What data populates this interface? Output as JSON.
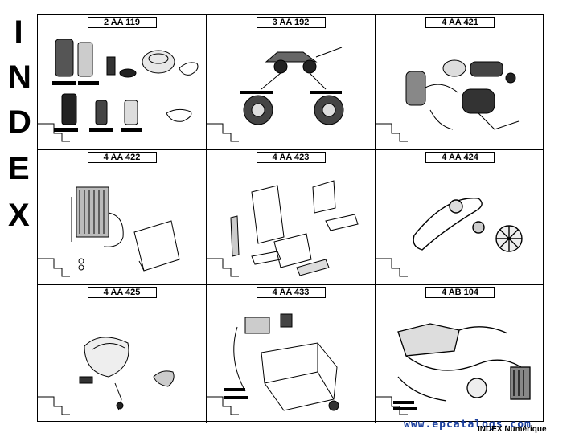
{
  "side_title": [
    "I",
    "N",
    "D",
    "E",
    "X"
  ],
  "sections": [
    {
      "code": "2 AA 119"
    },
    {
      "code": "3 AA 192"
    },
    {
      "code": "4 AA 421"
    },
    {
      "code": "4 AA 422"
    },
    {
      "code": "4 AA 423"
    },
    {
      "code": "4 AA 424"
    },
    {
      "code": "4 AA 425"
    },
    {
      "code": "4 AA 433"
    },
    {
      "code": "4 AB 104"
    }
  ],
  "footer": {
    "watermark": "www.epcatalogs.com",
    "label": "INDEX Numérique"
  }
}
